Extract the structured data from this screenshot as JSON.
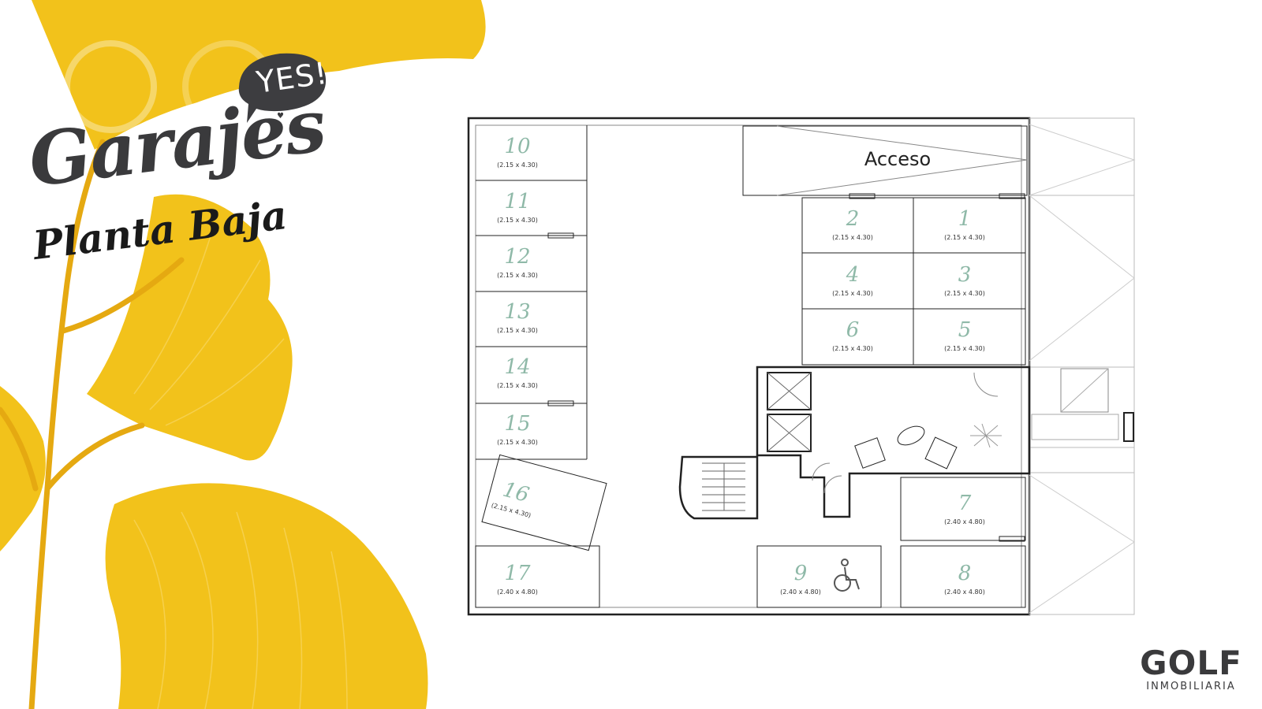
{
  "title": {
    "badge": "YES!",
    "main": "Garajes",
    "sub": "Planta Baja"
  },
  "plan": {
    "access_label": "Acceso",
    "slots": [
      {
        "num": "10",
        "dim": "(2.15 x 4.30)"
      },
      {
        "num": "11",
        "dim": "(2.15 x 4.30)"
      },
      {
        "num": "12",
        "dim": "(2.15 x 4.30)"
      },
      {
        "num": "13",
        "dim": "(2.15 x 4.30)"
      },
      {
        "num": "14",
        "dim": "(2.15 x 4.30)"
      },
      {
        "num": "15",
        "dim": "(2.15 x 4.30)"
      },
      {
        "num": "16",
        "dim": "(2.15 x 4.30)"
      },
      {
        "num": "17",
        "dim": "(2.40 x 4.80)"
      },
      {
        "num": "2",
        "dim": "(2.15 x 4.30)"
      },
      {
        "num": "1",
        "dim": "(2.15 x 4.30)"
      },
      {
        "num": "4",
        "dim": "(2.15 x 4.30)"
      },
      {
        "num": "3",
        "dim": "(2.15 x 4.30)"
      },
      {
        "num": "6",
        "dim": "(2.15 x 4.30)"
      },
      {
        "num": "5",
        "dim": "(2.15 x 4.30)"
      },
      {
        "num": "7",
        "dim": "(2.40 x 4.80)"
      },
      {
        "num": "9",
        "dim": "(2.40 x 4.80)"
      },
      {
        "num": "8",
        "dim": "(2.40 x 4.80)"
      }
    ],
    "icons": [
      "wheelchair-icon"
    ]
  },
  "logo": {
    "main": "GOLF",
    "sub": "INMOBILIARIA"
  },
  "colors": {
    "leaf": "#f2c21b",
    "leaf_dark": "#e5a911",
    "slot_number": "#8fb9a8",
    "title": "#3a3a3c",
    "bubble": "#3d3d40"
  }
}
